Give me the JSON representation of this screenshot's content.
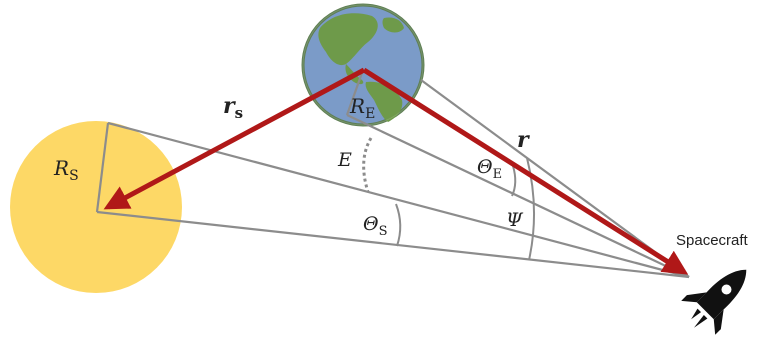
{
  "labels": {
    "r_s": "r",
    "r_s_sub": "s",
    "r": "r",
    "R_E": "R",
    "R_E_sub": "E",
    "R_S": "R",
    "R_S_sub": "S",
    "E": "E",
    "Theta_E": "Θ",
    "Theta_E_sub": "E",
    "Theta_S": "Θ",
    "Theta_S_sub": "S",
    "Psi": "Ψ",
    "spacecraft": "Spacecraft"
  },
  "colors": {
    "sun": "#FDD866",
    "earth_ocean": "#7B9BC8",
    "earth_land": "#6E9A4A",
    "vector": "#B01818",
    "guide": "#8C8C8C",
    "rocket": "#111111"
  },
  "icons": {
    "sun": "sun-disk",
    "earth": "earth-globe",
    "spacecraft": "rocket-icon"
  }
}
